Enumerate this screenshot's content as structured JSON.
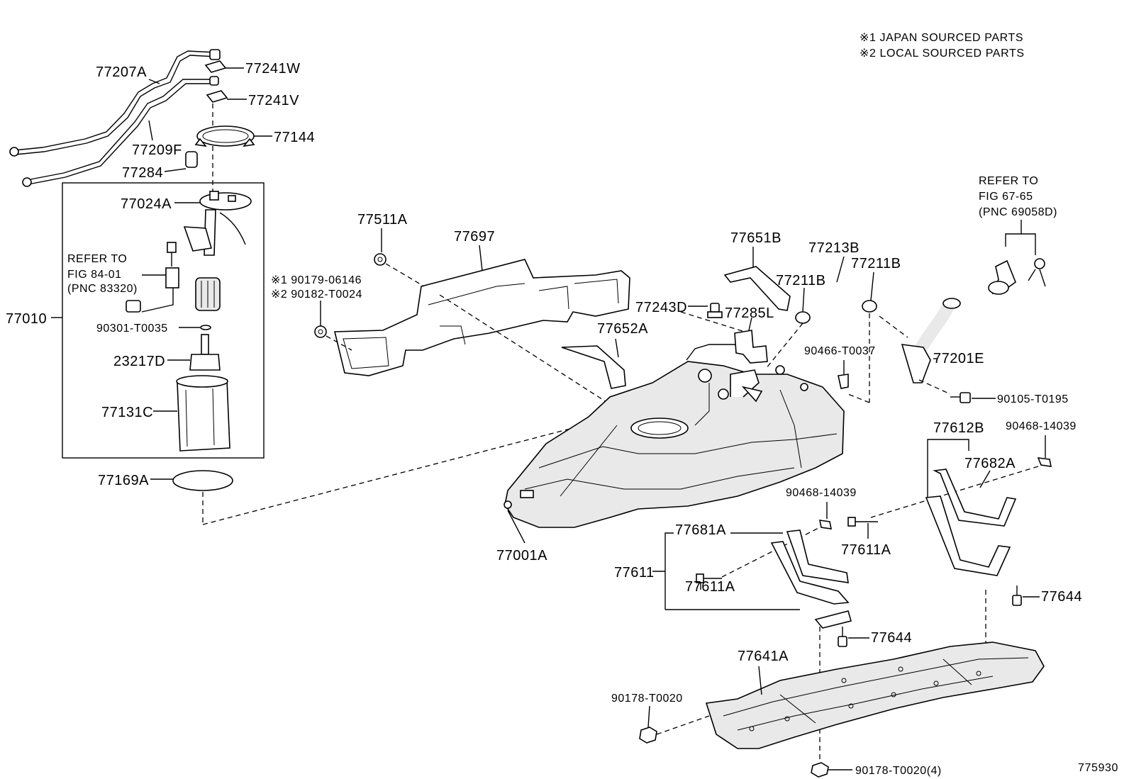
{
  "notes": {
    "line1": "※1 JAPAN SOURCED PARTS",
    "line2": "※2 LOCAL SOURCED PARTS"
  },
  "figure_id": "775930",
  "labels": {
    "p77207A": "77207A",
    "p77241W": "77241W",
    "p77241V": "77241V",
    "p77144": "77144",
    "p77209F": "77209F",
    "p77284": "77284",
    "p77024A": "77024A",
    "p77010": "77010",
    "refer84_1": "REFER TO",
    "refer84_2": "FIG 84-01",
    "refer84_3": "(PNC 83320)",
    "p90301": "90301-T0035",
    "p23217D": "23217D",
    "p77131C": "77131C",
    "p77169A": "77169A",
    "p77511A": "77511A",
    "p77697": "77697",
    "p90179": "※1 90179-06146",
    "p90182": "※2 90182-T0024",
    "p77651B": "77651B",
    "p77213B": "77213B",
    "p77211B_1": "77211B",
    "p77211B_2": "77211B",
    "p77243D": "77243D",
    "p77285L": "77285L",
    "p77652A": "77652A",
    "refer67_1": "REFER TO",
    "refer67_2": "FIG 67-65",
    "refer67_3": "(PNC 69058D)",
    "p77201E": "77201E",
    "p90466": "90466-T0037",
    "p90105": "90105-T0195",
    "p77612B": "77612B",
    "p90468_1": "90468-14039",
    "p77682A": "77682A",
    "p90468_2": "90468-14039",
    "p77681A": "77681A",
    "p77611A_1": "77611A",
    "p77611": "77611",
    "p77611A_2": "77611A",
    "p77001A": "77001A",
    "p77644_1": "77644",
    "p77644_2": "77644",
    "p77641A": "77641A",
    "p90178_1": "90178-T0020",
    "p90178_2": "90178-T0020(4)"
  }
}
